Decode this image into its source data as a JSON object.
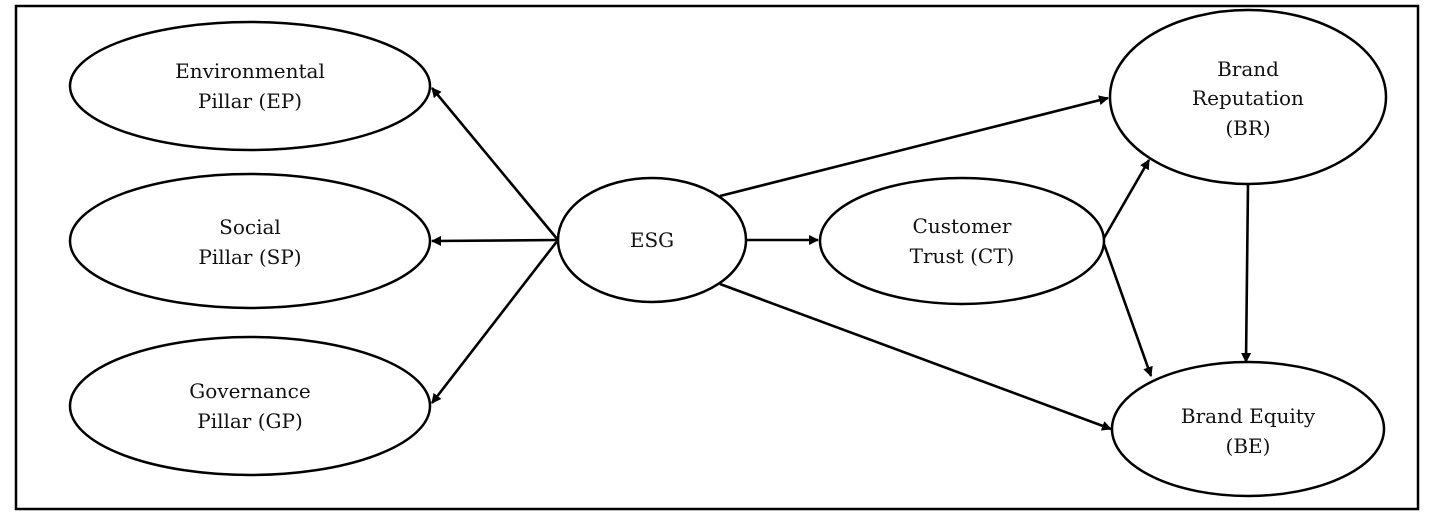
{
  "nodes": {
    "ep": {
      "lines": [
        "Environmental",
        "Pillar (EP)"
      ]
    },
    "sp": {
      "lines": [
        "Social",
        "Pillar (SP)"
      ]
    },
    "gp": {
      "lines": [
        "Governance",
        "Pillar (GP)"
      ]
    },
    "esg": {
      "lines": [
        "ESG"
      ]
    },
    "ct": {
      "lines": [
        "Customer",
        "Trust (CT)"
      ]
    },
    "br": {
      "lines": [
        "Brand",
        "Reputation",
        "(BR)"
      ]
    },
    "be": {
      "lines": [
        "Brand Equity",
        "(BE)"
      ]
    }
  },
  "edges": [
    {
      "from": "ESG",
      "to": "EP"
    },
    {
      "from": "ESG",
      "to": "SP"
    },
    {
      "from": "ESG",
      "to": "GP"
    },
    {
      "from": "ESG",
      "to": "CT"
    },
    {
      "from": "ESG",
      "to": "BR"
    },
    {
      "from": "ESG",
      "to": "BE"
    },
    {
      "from": "CT",
      "to": "BR"
    },
    {
      "from": "CT",
      "to": "BE"
    },
    {
      "from": "BR",
      "to": "BE"
    }
  ],
  "colors": {
    "stroke": "#000000",
    "fill": "#ffffff",
    "text": "#111111"
  }
}
